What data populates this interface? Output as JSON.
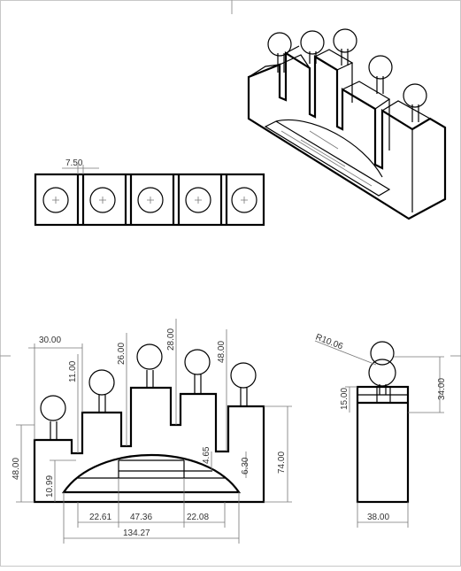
{
  "colors": {
    "frame": "#c8c8c8",
    "ink": "#000000",
    "dim": "#777777",
    "dimtext": "#333333",
    "center": "#888888"
  },
  "views": [
    "isometric",
    "top",
    "front",
    "side"
  ],
  "top_view": {
    "dims": {
      "spacing": "7.50"
    }
  },
  "front_view": {
    "dims": {
      "d30": "30.00",
      "d11": "11.00",
      "d26": "26.00",
      "d28": "28.00",
      "d48top": "48.00",
      "d48left": "48.00",
      "d74": "74.00",
      "d1099": "10.99",
      "d465": "4.65",
      "d630": "6.30",
      "d2261": "22.61",
      "d4736": "47.36",
      "d2208": "22.08",
      "d13427": "134.27"
    }
  },
  "side_view": {
    "dims": {
      "radius": "R10.06",
      "d15": "15.00",
      "d34": "34.00",
      "d38": "38.00"
    }
  }
}
